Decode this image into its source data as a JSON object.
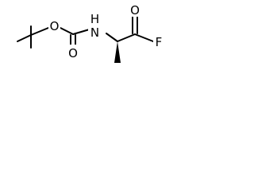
{
  "molecule": {
    "atoms": {
      "ester_oxygen": "O",
      "nitrogen": "N",
      "nitrogen_hydrogen": "H",
      "carbonyl_oxygen_left": "O",
      "carbonyl_oxygen_right": "O",
      "fluorine": "F"
    },
    "colors": {
      "bond": "#000000",
      "text": "#000000",
      "background": "#ffffff"
    }
  }
}
